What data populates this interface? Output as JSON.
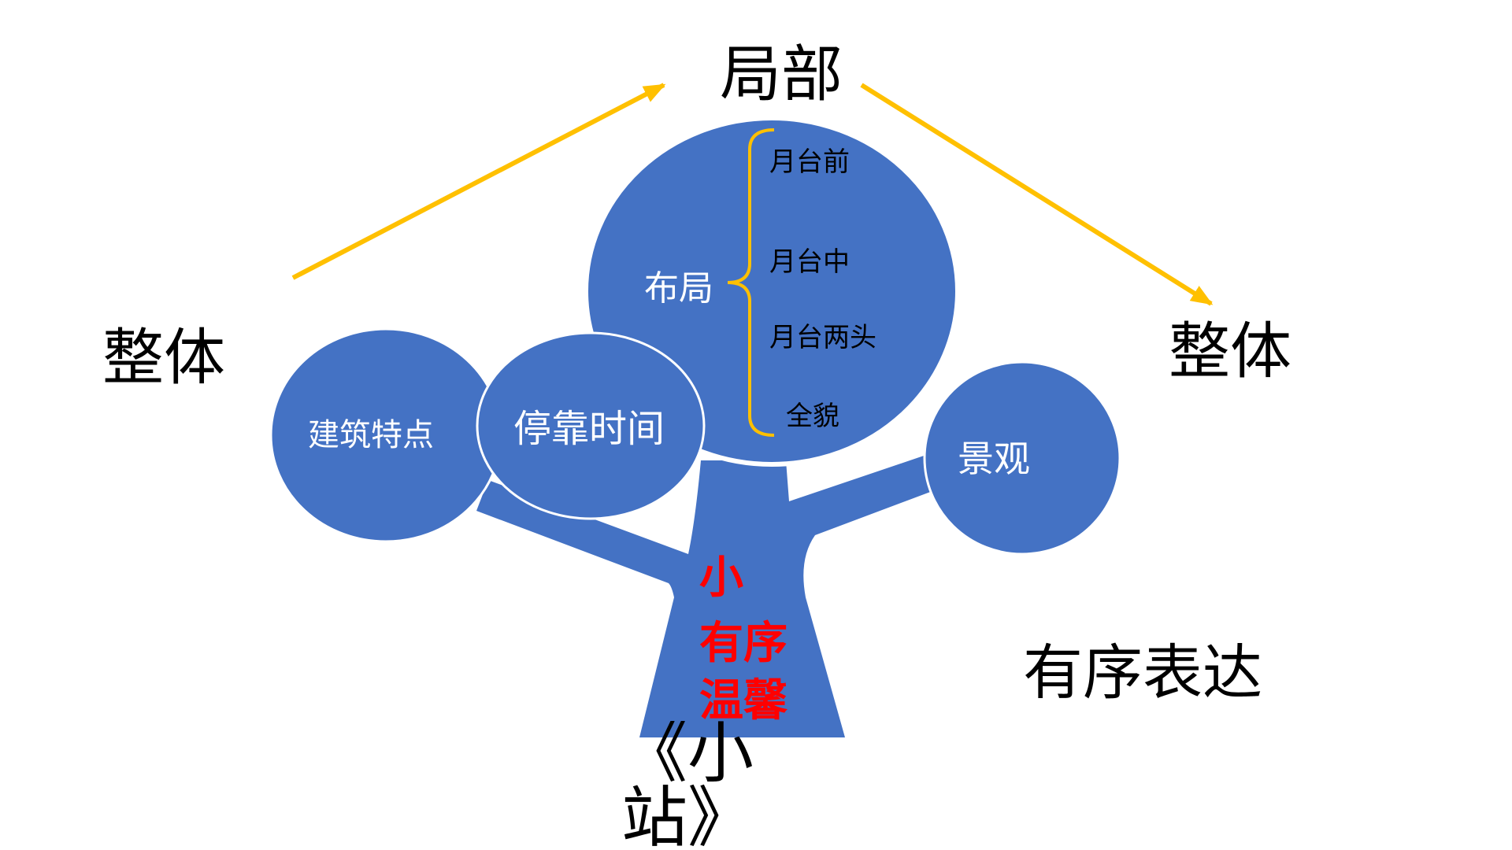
{
  "diagram": {
    "top_label": "局部",
    "left_label": "整体",
    "right_label": "整体",
    "summary_label": "有序表达",
    "title": "《小站》",
    "main_circle": {
      "label": "布局",
      "items": [
        "月台前",
        "月台中",
        "月台两头",
        "全貌"
      ]
    },
    "circles": {
      "architecture": "建筑特点",
      "stop_time": "停靠时间",
      "scenery": "景观"
    },
    "trunk_text": [
      "小",
      "有序",
      "温馨"
    ]
  },
  "colors": {
    "circle": "#4472C4",
    "circle_border": "#FFFFFF",
    "arrow": "#FFC000",
    "brace": "#FFC000",
    "trunk_text": "#FF0000",
    "text": "#000000",
    "circle_text": "#FFFFFF"
  }
}
